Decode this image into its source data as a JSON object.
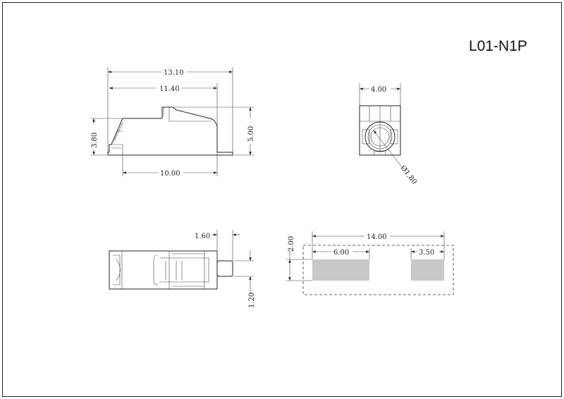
{
  "title": "L01-N1P",
  "side_view": {
    "overall_length": "13.10",
    "body_length": "11.40",
    "base_length": "10.00",
    "low_height": "3.80",
    "total_height": "5.00"
  },
  "front_view": {
    "width": "4.00",
    "hole_diameter": "Ø1.80"
  },
  "top_view": {
    "pin_length": "1.60",
    "pin_width": "1.20"
  },
  "footprint": {
    "total_width": "14.00",
    "left_pad_width": "6.00",
    "right_pad_width": "3.50",
    "pad_height": "2.00"
  },
  "colors": {
    "pad": "#c8c8c8",
    "line": "#222222"
  }
}
